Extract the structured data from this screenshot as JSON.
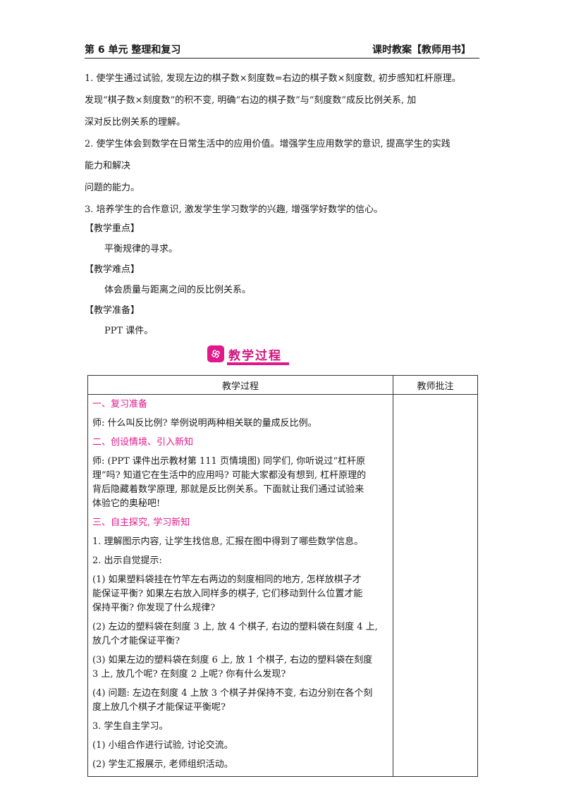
{
  "header": {
    "left": "第 6 单元  整理和复习",
    "right": "课时教案【教师用书】"
  },
  "objectives": [
    "1. 使学生通过试验, 发现左边的棋子数×刻度数=右边的棋子数×刻度数, 初步感知杠杆原理。",
    "发现“棋子数×刻度数”的积不变, 明确“右边的棋子数”与“刻度数”成反比例关系, 加",
    "深对反比例关系的理解。",
    "2. 使学生体会到数学在日常生活中的应用价值。增强学生应用数学的意识, 提高学生的实践",
    "能力和解决",
    "问题的能力。",
    "3. 培养学生的合作意识, 激发学生学习数学的兴趣, 增强学好数学的信心。"
  ],
  "sections": {
    "key_point_label": "【教学重点】",
    "key_point": "平衡规律的寻求。",
    "difficulty_label": "【教学难点】",
    "difficulty": "体会质量与距离之间的反比例关系。",
    "preparation_label": "【教学准备】",
    "preparation": "PPT 课件。"
  },
  "banner": {
    "title": "教学过程"
  },
  "table": {
    "col_process": "教学过程",
    "col_notes": "教师批注",
    "rows": [
      {
        "type": "heading",
        "text": "一、复习准备"
      },
      {
        "type": "text",
        "lines": [
          "师: 什么叫反比例? 举例说明两种相关联的量成反比例。"
        ]
      },
      {
        "type": "heading",
        "text": "二、创设情境、引入新知"
      },
      {
        "type": "text",
        "lines": [
          "师: (PPT 课件出示教材第 111 页情境图) 同学们, 你听说过“杠杆原",
          "理”吗? 知道它在生活中的应用吗? 可能大家都没有想到, 杠杆原理的",
          "背后隐藏着数学原理, 那就是反比例关系。下面就让我们通过试验来",
          "体验它的奥秘吧!"
        ]
      },
      {
        "type": "heading",
        "text": "三、自主探究, 学习新知"
      },
      {
        "type": "text",
        "lines": [
          "1. 理解图示内容, 让学生找信息, 汇报在图中得到了哪些数学信息。"
        ]
      },
      {
        "type": "text",
        "lines": [
          "2. 出示自觉提示:"
        ]
      },
      {
        "type": "text",
        "lines": [
          "(1) 如果塑料袋挂在竹竿左右两边的刻度相同的地方, 怎样放棋子才",
          "能保证平衡? 如果左右放入同样多的棋子, 它们移动到什么位置才能",
          "保持平衡? 你发现了什么规律?"
        ]
      },
      {
        "type": "text",
        "lines": [
          "(2) 左边的塑料袋在刻度 3 上, 放 4 个棋子, 右边的塑料袋在刻度 4 上,",
          "放几个才能保证平衡?"
        ]
      },
      {
        "type": "text",
        "lines": [
          "(3) 如果左边的塑料袋在刻度 6 上, 放 1 个棋子, 右边的塑料袋在刻度",
          "3 上, 放几个呢? 在刻度 2 上呢? 你有什么发现?"
        ]
      },
      {
        "type": "text",
        "lines": [
          "(4) 问题: 左边在刻度 4 上放 3 个棋子并保持不变, 右边分别在各个刻",
          "度上放几个棋子才能保证平衡呢?"
        ]
      },
      {
        "type": "text",
        "lines": [
          "3. 学生自主学习。"
        ]
      },
      {
        "type": "text",
        "lines": [
          "(1) 小组合作进行试验, 讨论交流。"
        ]
      },
      {
        "type": "text",
        "lines": [
          "(2) 学生汇报展示, 老师组织活动。"
        ]
      }
    ]
  }
}
